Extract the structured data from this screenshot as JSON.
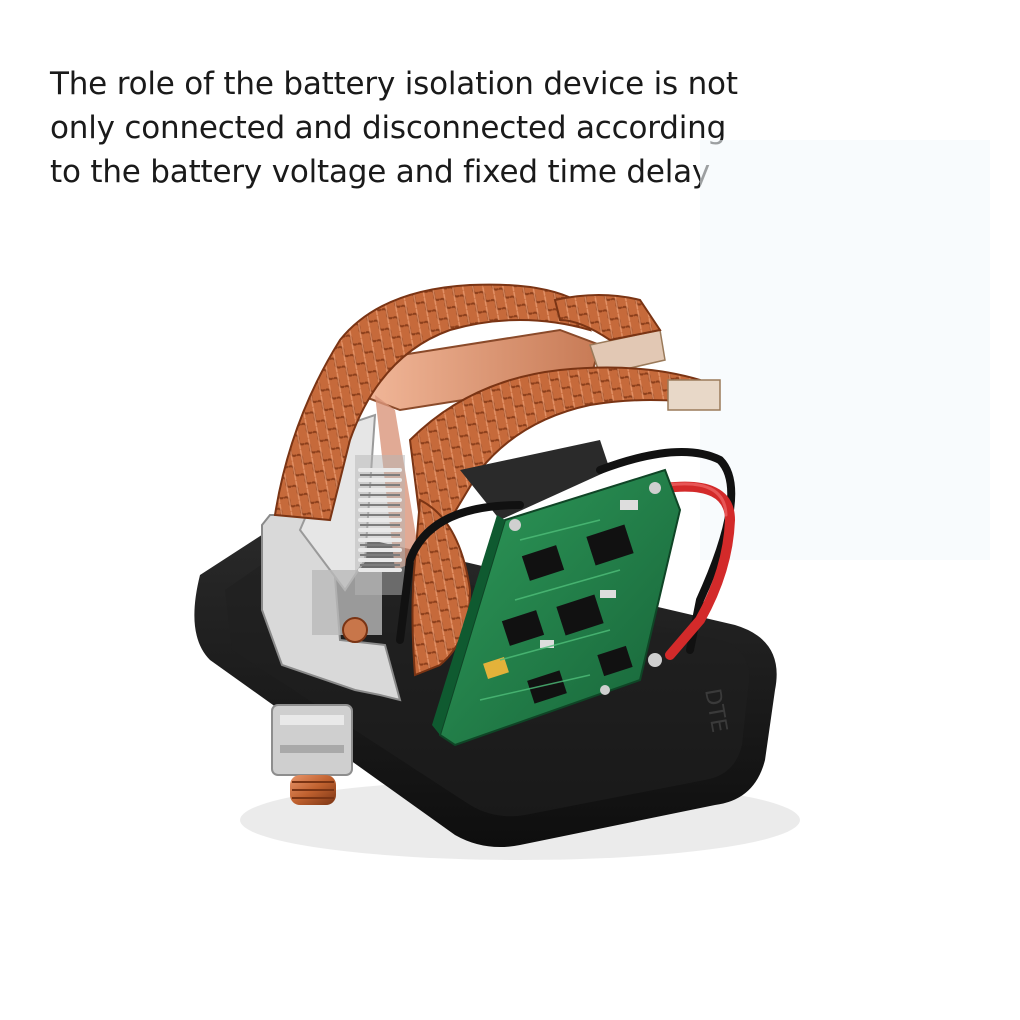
{
  "caption": {
    "line1": "The role of the battery isolation device is not",
    "line2": "only connected and disconnected according",
    "line3": "to the battery voltage and fixed time delay"
  },
  "image": {
    "subject": "battery isolator relay",
    "colors": {
      "background": "#ffffff",
      "copper": "#c96a3a",
      "copper_dark": "#8a3e1c",
      "pcb": "#1f7a45",
      "base": "#1c1c1c",
      "wire_red": "#d32a2a",
      "steel": "#c9c9c9"
    }
  }
}
